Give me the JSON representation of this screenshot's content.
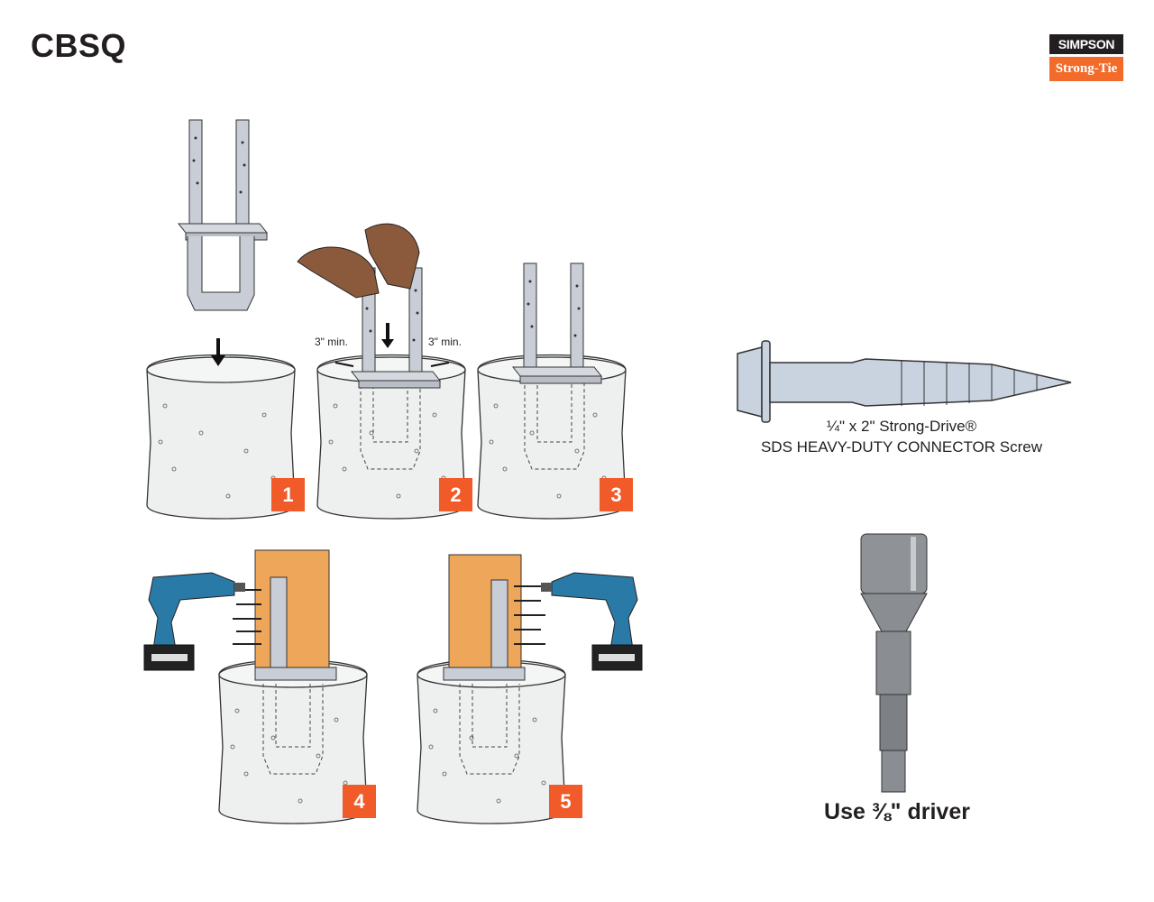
{
  "header": {
    "title": "CBSQ"
  },
  "logo": {
    "line1": "SIMPSON",
    "line2": "Strong-Tie"
  },
  "steps": [
    {
      "number": "1"
    },
    {
      "number": "2",
      "clearance_left": "3\" min.",
      "clearance_right": "3\" min."
    },
    {
      "number": "3"
    },
    {
      "number": "4"
    },
    {
      "number": "5"
    }
  ],
  "screw": {
    "line1": "¼\" x 2\" Strong-Drive®",
    "line2": "SDS HEAVY-DUTY CONNECTOR Screw"
  },
  "driver": {
    "label": "Use ⅜\" driver"
  },
  "colors": {
    "badge": "#f15a29",
    "concrete": "#eeefef",
    "steel": "#c9ced6",
    "wood": "#eda65a",
    "logo_orange": "#f26b2a"
  }
}
